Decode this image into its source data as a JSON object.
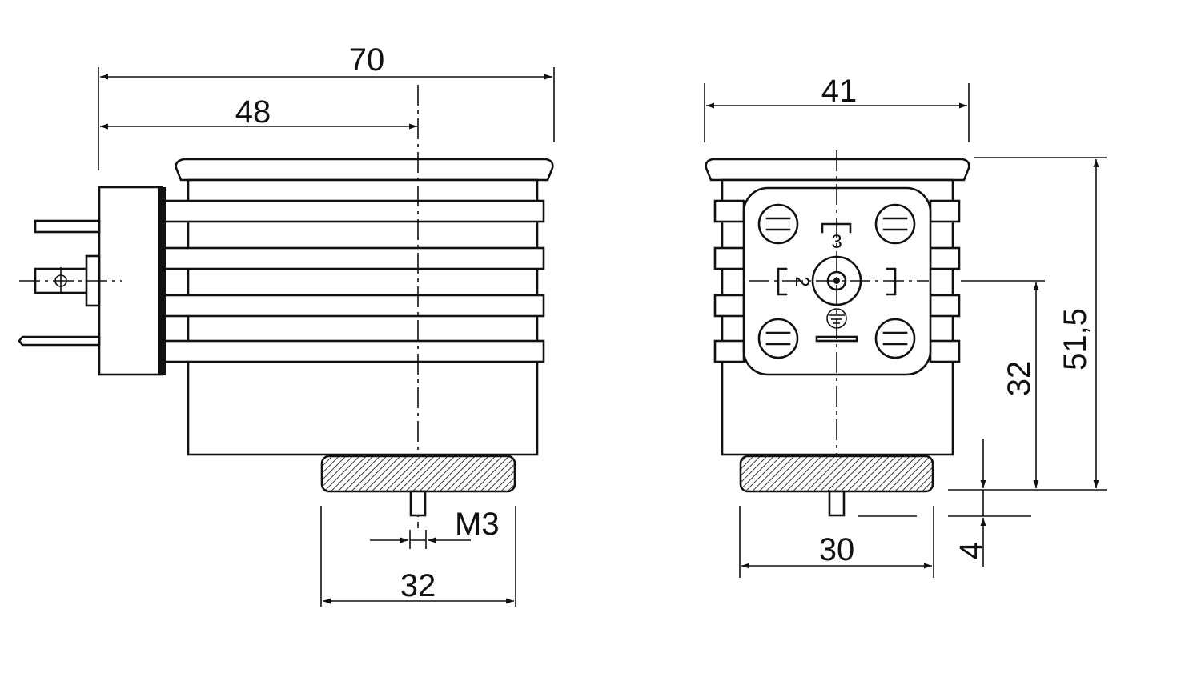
{
  "side_view": {
    "dim_overall_length": "70",
    "dim_to_center": "48",
    "dim_base_width": "32",
    "thread_label": "M3"
  },
  "front_view": {
    "dim_width": "41",
    "dim_height": "51,5",
    "dim_center_height": "32",
    "dim_base_width": "30",
    "dim_stud_length": "4",
    "pin_label_3": "3",
    "pin_label_2": "2"
  }
}
